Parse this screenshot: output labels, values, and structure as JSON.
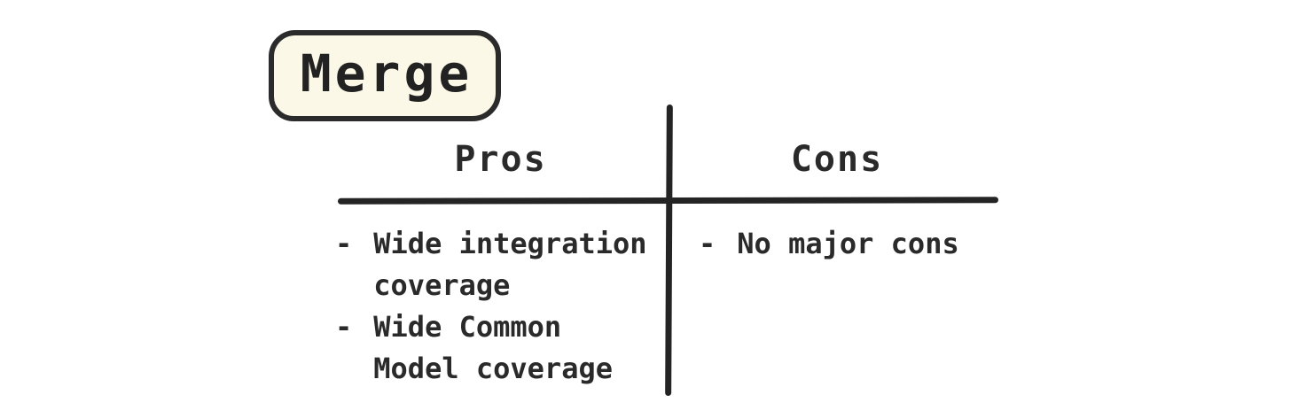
{
  "background": "#ffffff",
  "text_color": "#2a2a2a",
  "badge": {
    "label": "Merge",
    "fill_color": "#fbf8e7",
    "border_color": "#2b2b2b"
  },
  "table": {
    "bullet": "-",
    "line_color": "#242424",
    "columns": [
      {
        "header": "Pros",
        "items": [
          "Wide integration\ncoverage",
          "Wide Common\nModel coverage"
        ]
      },
      {
        "header": "Cons",
        "items": [
          "No major cons"
        ]
      }
    ]
  }
}
